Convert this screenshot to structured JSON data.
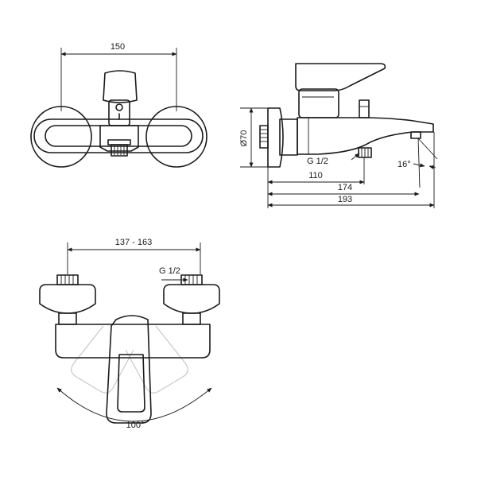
{
  "colors": {
    "line": "#1a1a1a",
    "ghost": "#c8c8c8",
    "background": "#ffffff"
  },
  "front_view": {
    "width_label": "150"
  },
  "side_view": {
    "diameter_label": "Ø70",
    "thread_label": "G 1/2",
    "angle_label": "16°",
    "dim_110": "110",
    "dim_174": "174",
    "dim_193": "193"
  },
  "top_view": {
    "center_distance_label": "137 - 163",
    "thread_label": "G 1/2",
    "rotation_label": "100°"
  }
}
